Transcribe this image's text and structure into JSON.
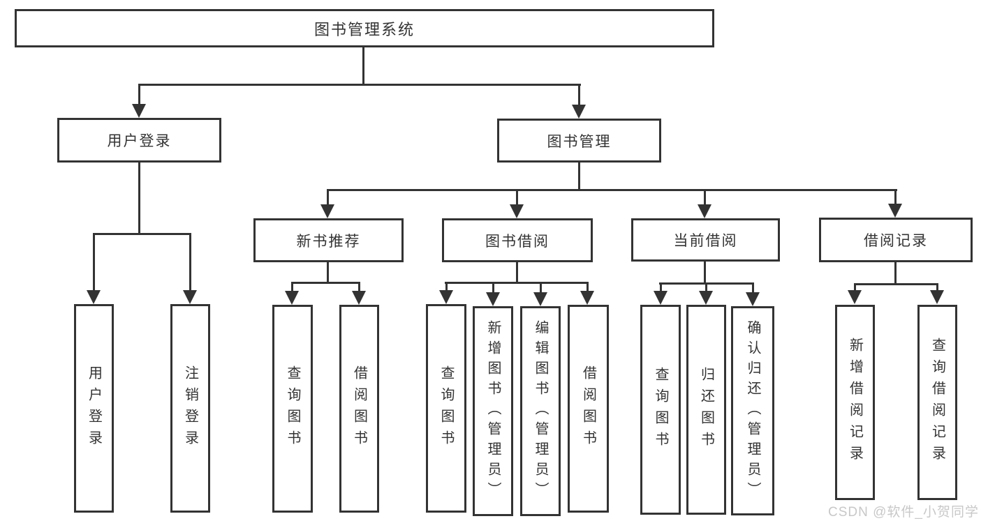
{
  "diagram": {
    "root": "图书管理系统",
    "level2": {
      "user_login": "用户登录",
      "book_mgmt": "图书管理"
    },
    "level3": {
      "new_book_rec": "新书推荐",
      "book_borrow": "图书借阅",
      "current_borrow": "当前借阅",
      "borrow_record": "借阅记录"
    },
    "leaves": {
      "user_login": "用户登录",
      "logout": "注销登录",
      "rec_query": "查询图书",
      "rec_borrow": "借阅图书",
      "bb_query": "查询图书",
      "bb_add": "新增图书（管理员）",
      "bb_edit": "编辑图书（管理员）",
      "bb_borrow": "借阅图书",
      "cb_query": "查询图书",
      "cb_return": "归还图书",
      "cb_confirm": "确认归还（管理员）",
      "br_add": "新增借阅记录",
      "br_query": "查询借阅记录"
    },
    "watermark": "CSDN @软件_小贺同学",
    "colors": {
      "line": "#333333",
      "text": "#333333",
      "watermark": "#c8c8c8",
      "background": "#ffffff"
    }
  }
}
